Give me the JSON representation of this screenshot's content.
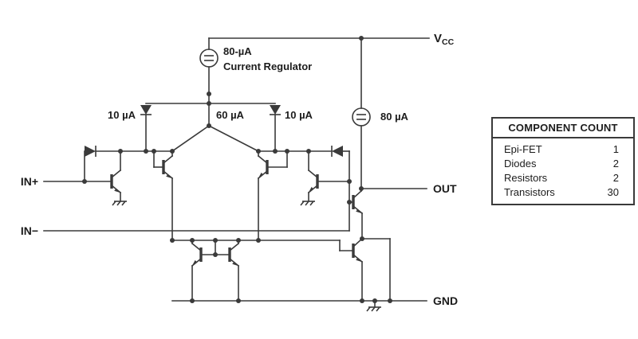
{
  "labels": {
    "vcc_v": "V",
    "vcc_sub": "CC",
    "regulator_line1": "80-µA",
    "regulator_line2": "Current Regulator",
    "left_current": "10 µA",
    "center_current": "60 µA",
    "right_current": "10 µA",
    "source_current": "80 µA",
    "in_plus": "IN+",
    "in_minus": "IN−",
    "out": "OUT",
    "gnd": "GND"
  },
  "component_table": {
    "title": "COMPONENT COUNT",
    "rows": [
      {
        "name": "Epi-FET",
        "count": "1"
      },
      {
        "name": "Diodes",
        "count": "2"
      },
      {
        "name": "Resistors",
        "count": "2"
      },
      {
        "name": "Transistors",
        "count": "30"
      }
    ]
  },
  "colors": {
    "line": "#3a3a3a",
    "text": "#1c1c1c",
    "background": "#ffffff"
  }
}
